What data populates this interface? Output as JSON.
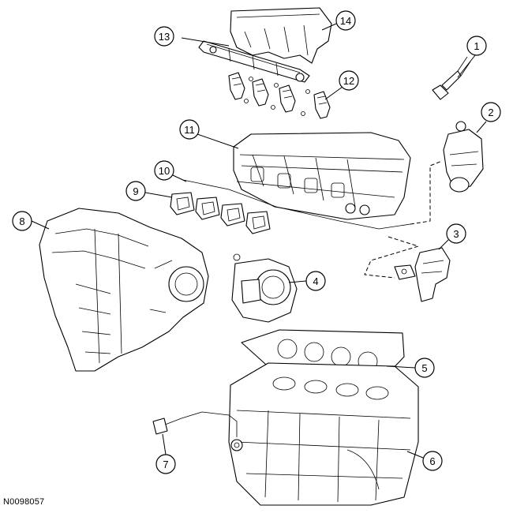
{
  "figure_id": "N0098057",
  "callouts": [
    {
      "label": "1"
    },
    {
      "label": "2"
    },
    {
      "label": "3"
    },
    {
      "label": "4"
    },
    {
      "label": "5"
    },
    {
      "label": "6"
    },
    {
      "label": "7"
    },
    {
      "label": "8"
    },
    {
      "label": "9"
    },
    {
      "label": "10"
    },
    {
      "label": "11"
    },
    {
      "label": "12"
    },
    {
      "label": "13"
    },
    {
      "label": "14"
    }
  ]
}
